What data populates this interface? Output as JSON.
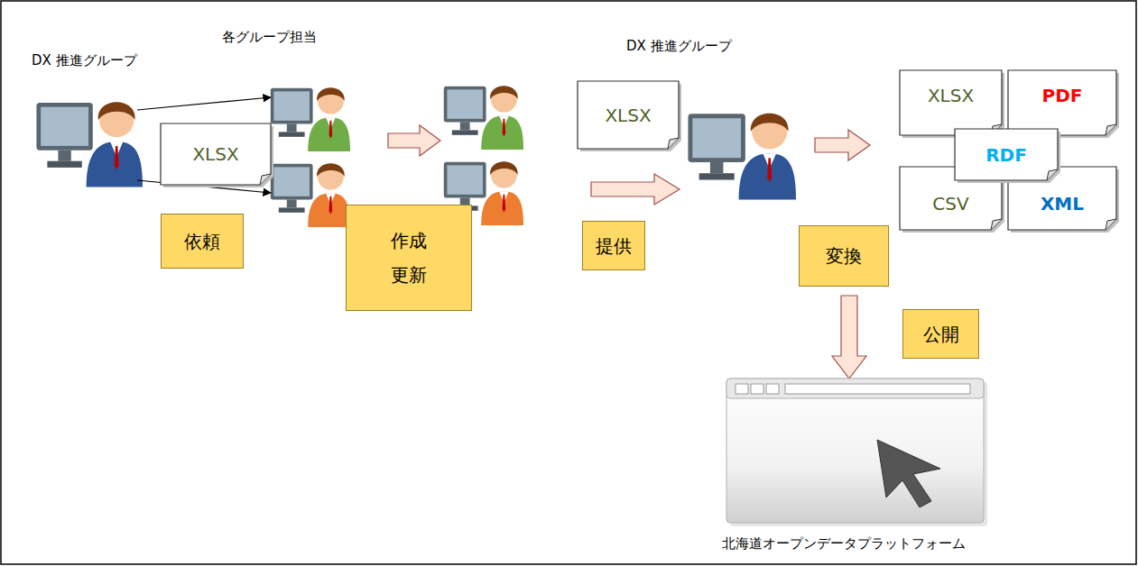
{
  "diagram": {
    "nodes": [
      {
        "text": [
          "XLSX"
        ]
      },
      {
        "text": [
          "依頼"
        ]
      },
      {
        "text": [
          "作成 更新"
        ]
      },
      {
        "text": [
          "XLSX"
        ]
      },
      {
        "text": [
          "提供"
        ]
      },
      {
        "text": [
          "XLSX"
        ]
      },
      {
        "text": [
          "PDF"
        ]
      },
      {
        "text": [
          "RDF"
        ]
      },
      {
        "text": [
          "CSV"
        ]
      },
      {
        "text": [
          "XML"
        ]
      },
      {
        "text": [
          "変換"
        ]
      },
      {
        "text": [
          "公開"
        ]
      }
    ],
    "labels": [
      "DX 推進グループ",
      "各グループ担当",
      "DX 推進グループ",
      "北海道オープンデータプラットフォーム"
    ]
  }
}
